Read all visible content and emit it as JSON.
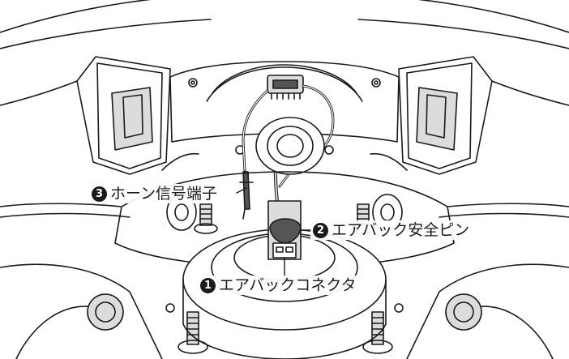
{
  "callouts": [
    {
      "number": "3",
      "label": "ホーン信号端子"
    },
    {
      "number": "2",
      "label": "エアバック安全ピン"
    },
    {
      "number": "1",
      "label": "エアバックコネクタ"
    }
  ],
  "colors": {
    "line": "#1a1a1a",
    "fill_gray": "#dcdcdc",
    "fill_dark": "#555555",
    "background": "#ffffff"
  }
}
